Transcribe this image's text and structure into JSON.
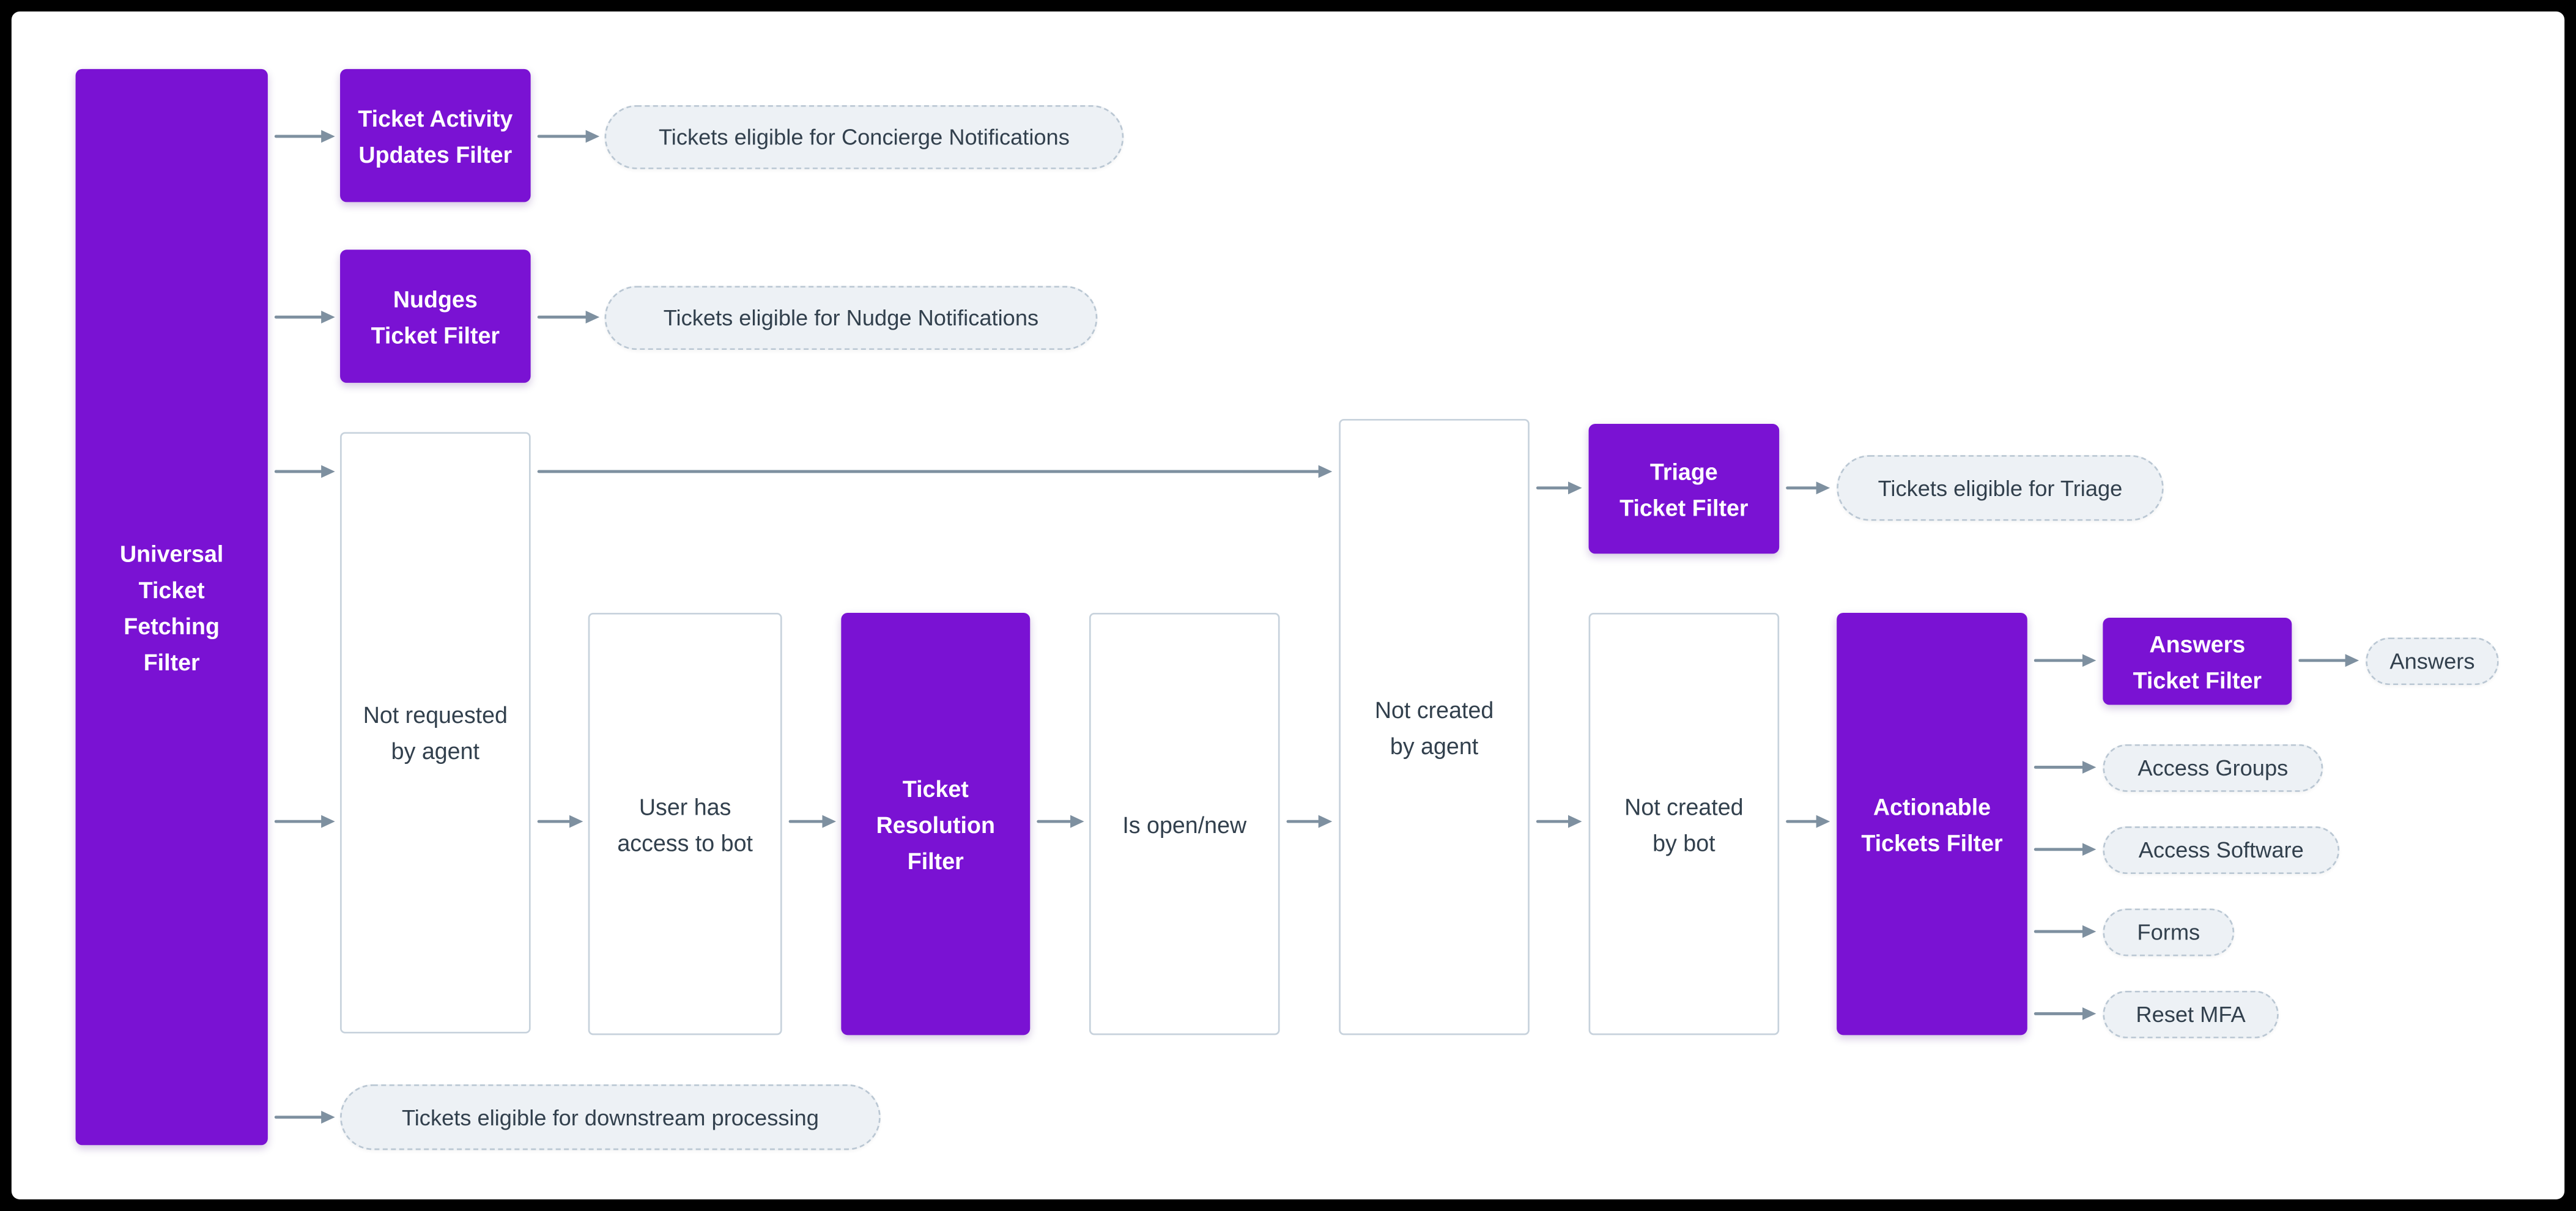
{
  "colors": {
    "canvas_bg": "#000000",
    "panel_bg": "#ffffff",
    "node_purple": "#7a12d3",
    "box_border": "#c7d2dc",
    "box_text": "#32404d",
    "pill_bg": "#edf1f5",
    "pill_border": "#bac7d3",
    "pill_text": "#32404d",
    "arrow": "#7e90a0"
  },
  "nodes": {
    "universal": {
      "label": "Universal\nTicket\nFetching\nFilter"
    },
    "ticket_activity": {
      "label": "Ticket Activity\nUpdates Filter"
    },
    "nudges": {
      "label": "Nudges\nTicket Filter"
    },
    "not_requested": {
      "label": "Not requested\nby agent"
    },
    "user_access": {
      "label": "User has\naccess to bot"
    },
    "resolution": {
      "label": "Ticket\nResolution\nFilter"
    },
    "is_open": {
      "label": "Is open/new"
    },
    "not_created_agent": {
      "label": "Not created\nby agent"
    },
    "triage": {
      "label": "Triage\nTicket Filter"
    },
    "not_created_bot": {
      "label": "Not created\nby bot"
    },
    "actionable": {
      "label": "Actionable\nTickets Filter"
    },
    "answers_filter": {
      "label": "Answers\nTicket Filter"
    }
  },
  "outputs": {
    "concierge": {
      "label": "Tickets eligible for Concierge Notifications"
    },
    "nudge": {
      "label": "Tickets eligible for Nudge Notifications"
    },
    "triage": {
      "label": "Tickets eligible for Triage"
    },
    "answers": {
      "label": "Answers"
    },
    "access_groups": {
      "label": "Access Groups"
    },
    "access_software": {
      "label": "Access Software"
    },
    "forms": {
      "label": "Forms"
    },
    "reset_mfa": {
      "label": "Reset MFA"
    },
    "downstream": {
      "label": "Tickets eligible for downstream processing"
    }
  }
}
